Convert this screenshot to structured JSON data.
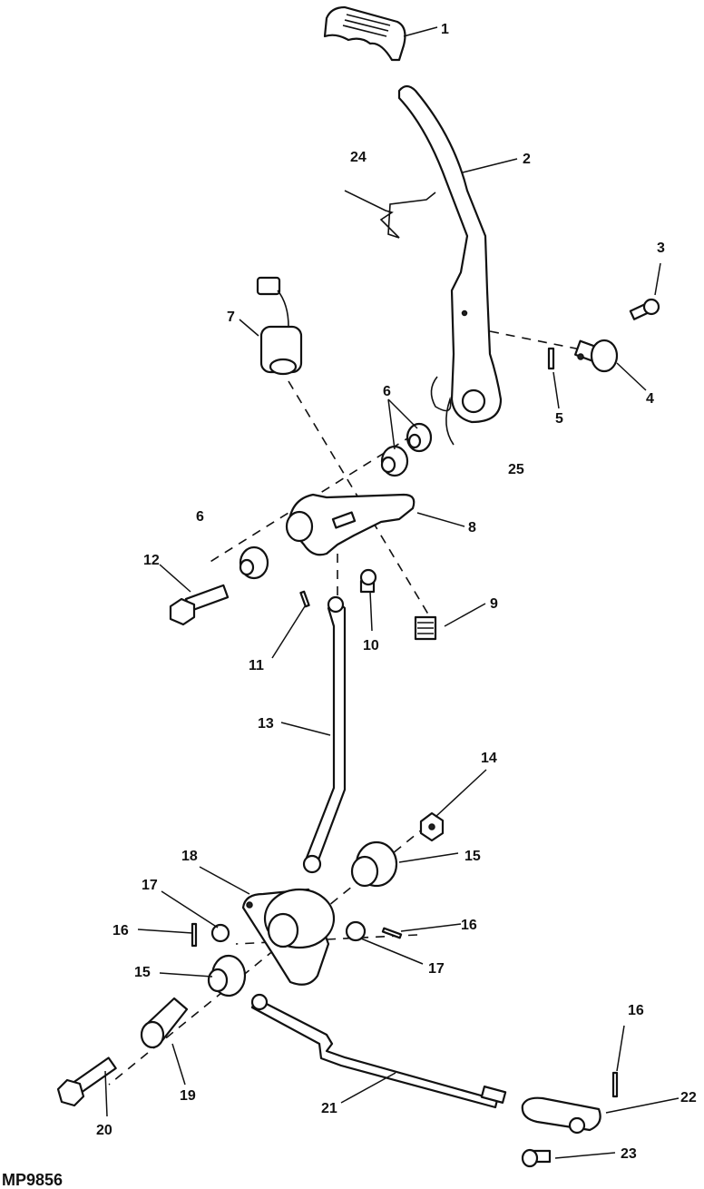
{
  "figure_code": "MP9856",
  "callouts": {
    "c1": "1",
    "c2": "2",
    "c3": "3",
    "c4": "4",
    "c5": "5",
    "c6a": "6",
    "c6b": "6",
    "c7": "7",
    "c8": "8",
    "c9": "9",
    "c10": "10",
    "c11": "11",
    "c12": "12",
    "c13": "13",
    "c14": "14",
    "c15a": "15",
    "c15b": "15",
    "c16a": "16",
    "c16b": "16",
    "c16c": "16",
    "c17a": "17",
    "c17b": "17",
    "c18": "18",
    "c19": "19",
    "c20": "20",
    "c21": "21",
    "c22": "22",
    "c23": "23",
    "c24": "24",
    "c25": "25"
  }
}
